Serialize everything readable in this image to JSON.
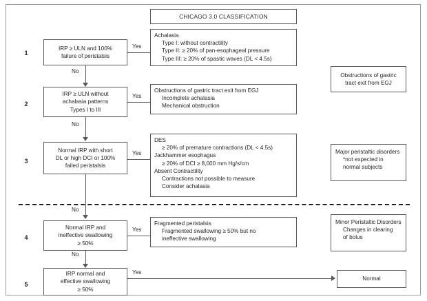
{
  "diagram": {
    "title": "CHICAGO 3.0 CLASSIFICATION",
    "yes_label": "Yes",
    "no_label": "No",
    "rows": [
      {
        "number": "1",
        "criteria": [
          "IRP ≥ ULN and 100%",
          "failure of peristalsis"
        ],
        "branch_label": "Yes",
        "outcome": [
          "Achalasia",
          "Type I: without contractility",
          "Type II: ≥ 20% of pan-esophageal pressure",
          "Type III: ≥ 20% of spastic waves (DL < 4.5s)"
        ],
        "no_label": "No"
      },
      {
        "number": "2",
        "criteria": [
          "IRP ≥ ULN without",
          "achalasia patterns",
          "Types I to III"
        ],
        "branch_label": "Yes",
        "outcome": [
          "Obstructions of gastric tract exit from EGJ",
          "Incomplete achalasia",
          "Mechanical obstruction"
        ],
        "no_label": "No"
      },
      {
        "number": "3",
        "criteria": [
          "Normal IRP with short",
          "DL or high DCI or 100%",
          "failed peristalsis"
        ],
        "branch_label": "Yes",
        "outcome": [
          "DES",
          "≥ 20% of premature contractions (DL < 4.5s)",
          "Jackhammer esophagus",
          "≥ 20% of DCI ≥ 8,000 mm Hg/s/cm",
          "Absent Contractility",
          "Contractions not possible to measure",
          "Consider achalasia"
        ],
        "no_label": "No"
      },
      {
        "number": "4",
        "criteria": [
          "Normal IRP and",
          "ineffective swallowing",
          "≥ 50%"
        ],
        "branch_label": "Yes",
        "outcome": [
          "Fragmented peristalsis",
          "Fragmented swallowing ≥ 50% but no",
          "ineffective swallowing"
        ],
        "no_label": "No"
      },
      {
        "number": "5",
        "criteria": [
          "IRP normal and",
          "effective swallowing",
          "≥ 50%"
        ],
        "branch_label": "Yes",
        "outcome": [
          "Normal"
        ],
        "no_label": ""
      }
    ],
    "groups": [
      {
        "lines": [
          "Obstructions of gastric",
          "tract exit from EGJ"
        ]
      },
      {
        "lines": [
          "Major peristaltic",
          "disorders",
          "*not expected in",
          "normal subjects"
        ]
      },
      {
        "lines": [
          "Minor Peristaltic",
          "Disorders",
          "Changes in clearing",
          "of bolus"
        ]
      }
    ],
    "final": "Normal"
  },
  "colors": {
    "stroke": "#58595b",
    "text": "#231f20",
    "frame": "#9a9a9a",
    "background": "#ffffff"
  }
}
